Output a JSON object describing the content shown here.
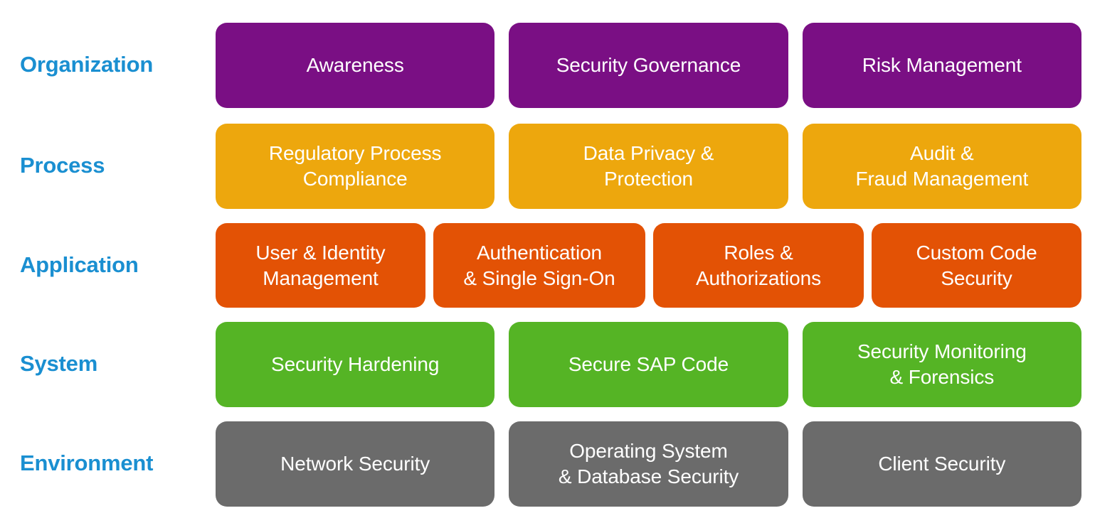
{
  "colors": {
    "label_blue": "#1A8FD1",
    "organization": "#7A0F84",
    "process": "#EDA70D",
    "application": "#E35205",
    "system": "#55B425",
    "environment": "#6B6B6B",
    "card_text": "#FFFFFF",
    "background": "#FFFFFF"
  },
  "rows": [
    {
      "id": "organization",
      "label": "Organization",
      "color": "#7A0F84",
      "cards": [
        {
          "text": "Awareness"
        },
        {
          "text": "Security Governance"
        },
        {
          "text": "Risk Management"
        }
      ]
    },
    {
      "id": "process",
      "label": "Process",
      "color": "#EDA70D",
      "cards": [
        {
          "text": "Regulatory Process\nCompliance"
        },
        {
          "text": "Data Privacy &\nProtection"
        },
        {
          "text": "Audit &\nFraud Management"
        }
      ]
    },
    {
      "id": "application",
      "label": "Application",
      "color": "#E35205",
      "cards": [
        {
          "text": "User & Identity\nManagement"
        },
        {
          "text": "Authentication\n& Single Sign-On"
        },
        {
          "text": "Roles &\nAuthorizations"
        },
        {
          "text": "Custom Code\nSecurity"
        }
      ]
    },
    {
      "id": "system",
      "label": "System",
      "color": "#55B425",
      "cards": [
        {
          "text": "Security Hardening"
        },
        {
          "text": "Secure SAP Code"
        },
        {
          "text": "Security Monitoring\n& Forensics"
        }
      ]
    },
    {
      "id": "environment",
      "label": "Environment",
      "color": "#6B6B6B",
      "cards": [
        {
          "text": "Network Security"
        },
        {
          "text": "Operating System\n& Database Security"
        },
        {
          "text": "Client Security"
        }
      ]
    }
  ]
}
